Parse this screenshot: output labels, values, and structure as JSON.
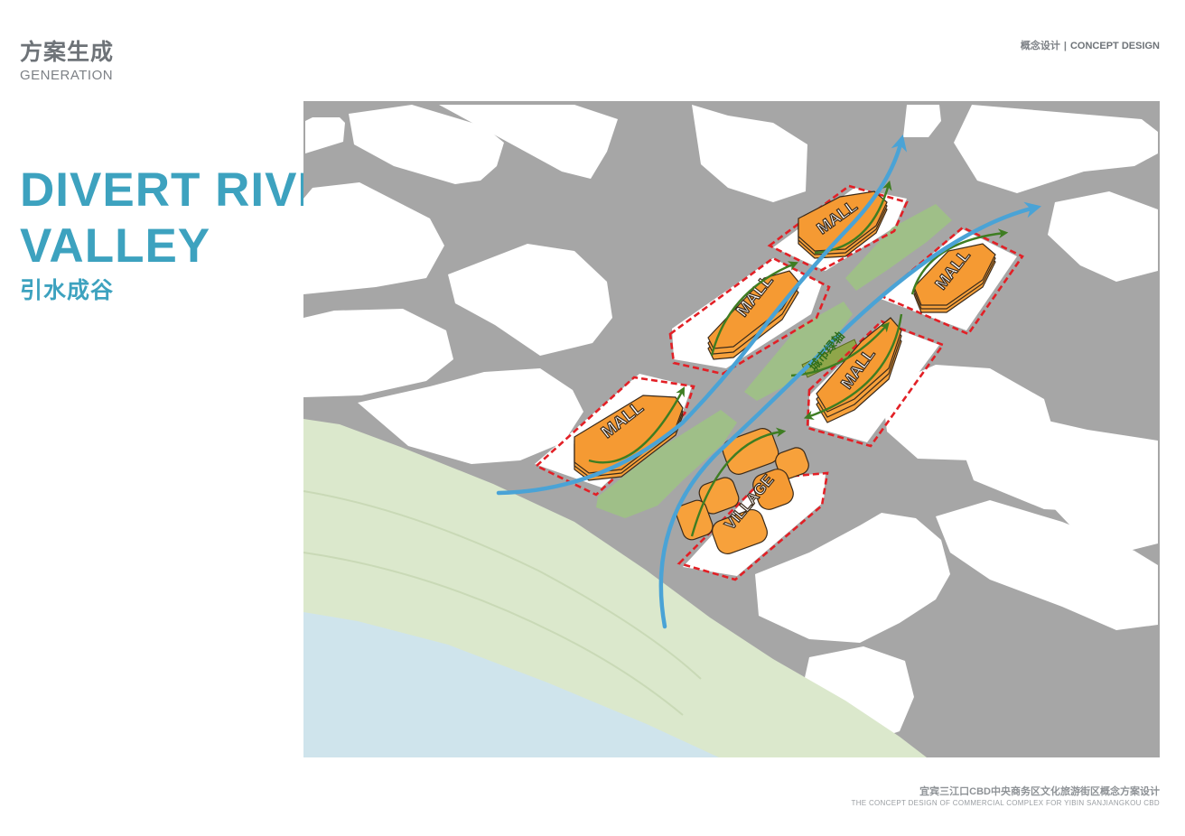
{
  "header": {
    "title_cn": "方案生成",
    "title_en": "GENERATION",
    "tag_cn": "概念设计",
    "tag_en": "CONCEPT DESIGN"
  },
  "headline": {
    "line1": "DIVERT RIVER INTO",
    "line2": "VALLEY",
    "cn": "引水成谷"
  },
  "diagram": {
    "labels": {
      "mall_1": "MALL",
      "mall_2": "MALL",
      "mall_3": "MALL",
      "mall_4": "MALL",
      "mall_5": "MALL",
      "village": "VILLAGE",
      "green_axis": "城市绿轴"
    },
    "colors": {
      "road": "#a6a6a6",
      "block": "#ffffff",
      "building": "#f7a13b",
      "building_top": "#f59a33",
      "building_edge": "#3a2a1a",
      "green_space": "#9fbf88",
      "river_flow": "#4aa3d6",
      "boundary": "#e22026",
      "green_arrow": "#3e7d22",
      "riverbank": "#dbe8cc",
      "water": "#cfe4ec"
    }
  },
  "footer": {
    "cn": "宜宾三江口CBD中央商务区文化旅游街区概念方案设计",
    "en": "THE CONCEPT DESIGN OF COMMERCIAL COMPLEX  FOR YIBIN SANJIANGKOU CBD"
  }
}
